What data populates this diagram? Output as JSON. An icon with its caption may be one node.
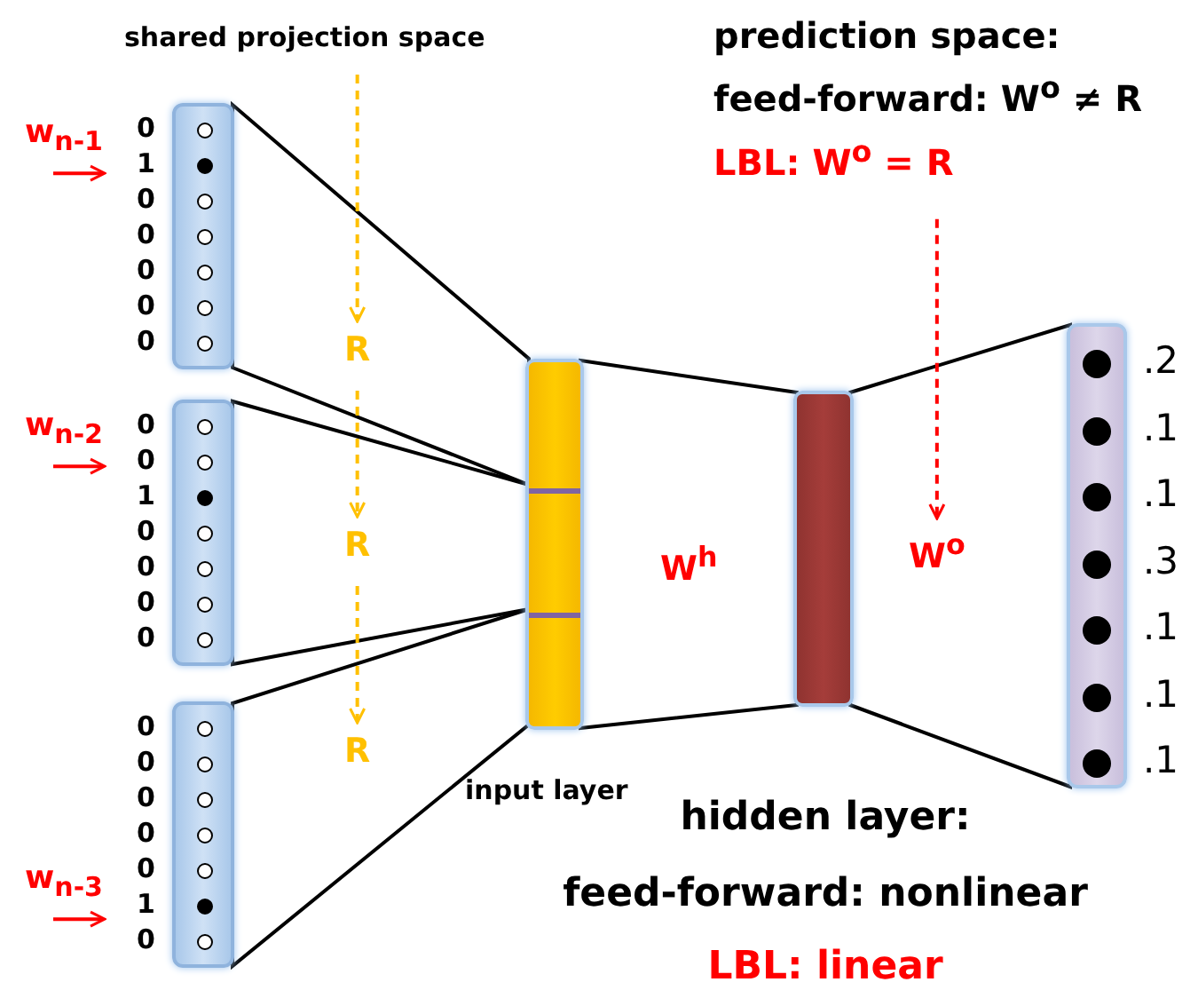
{
  "diagram": {
    "nodes": [
      {
        "text": [],
        "shape": "bar",
        "beside": [
          "0",
          "1",
          "0",
          "0",
          "0",
          "0",
          "0"
        ]
      },
      {
        "text": [],
        "shape": "bar",
        "beside": [
          "0",
          "0",
          "1",
          "0",
          "0",
          "0",
          "0"
        ]
      },
      {
        "text": [],
        "shape": "bar",
        "beside": [
          "0",
          "0",
          "0",
          "0",
          "0",
          "1",
          "0"
        ]
      },
      {
        "text": [],
        "shape": "bar",
        "beside": [
          "input layer"
        ]
      },
      {
        "text": [],
        "shape": "bar"
      },
      {
        "text": [],
        "shape": "bar",
        "beside": [
          ".2",
          ".1",
          ".1",
          ".3",
          ".1",
          ".1",
          ".1"
        ]
      },
      {
        "text": [
          "w$_{n-1}$"
        ]
      },
      {
        "text": [
          "w$_{n-2}$"
        ]
      },
      {
        "text": [
          "w$_{n-3}$"
        ]
      },
      {
        "text": [
          "R"
        ]
      },
      {
        "text": [
          "R"
        ]
      },
      {
        "text": [
          "R"
        ]
      },
      {
        "text": [
          "prediction space:",
          "feed-forward: W$^{o}$ ≠ R",
          "LBL: W$^{o}$ = R"
        ]
      },
      {
        "text": [
          "W$^{o}$"
        ]
      }
    ],
    "edges": [
      {
        "from": 6,
        "to": 0,
        "arrow": "to",
        "color": "#ff0000"
      },
      {
        "from": 7,
        "to": 1,
        "arrow": "to",
        "color": "#ff0000"
      },
      {
        "from": 8,
        "to": 2,
        "arrow": "to",
        "color": "#ff0000"
      },
      {
        "from": 0,
        "to": 3,
        "arrow": "none",
        "color": "#000000"
      },
      {
        "from": 1,
        "to": 3,
        "arrow": "none",
        "color": "#000000"
      },
      {
        "from": 2,
        "to": 3,
        "arrow": "none",
        "color": "#000000"
      },
      {
        "from": 3,
        "to": 4,
        "arrow": "none",
        "color": "#000000"
      },
      {
        "from": 4,
        "to": 5,
        "arrow": "none",
        "color": "#000000"
      },
      {
        "from": null,
        "to": 9,
        "arrow": "to",
        "style": "dashed",
        "color": "#ffc000"
      },
      {
        "from": 9,
        "to": 10,
        "arrow": "to",
        "style": "dashed",
        "color": "#ffc000"
      },
      {
        "from": 10,
        "to": 11,
        "arrow": "to",
        "style": "dashed",
        "color": "#ffc000"
      },
      {
        "from": 12,
        "to": 13,
        "arrow": "to",
        "style": "dashed",
        "color": "#ff0000"
      }
    ],
    "labels": [
      "shared projection space",
      "W$^{h}$",
      "hidden layer:",
      "feed-forward: nonlinear",
      "LBL: linear"
    ]
  }
}
